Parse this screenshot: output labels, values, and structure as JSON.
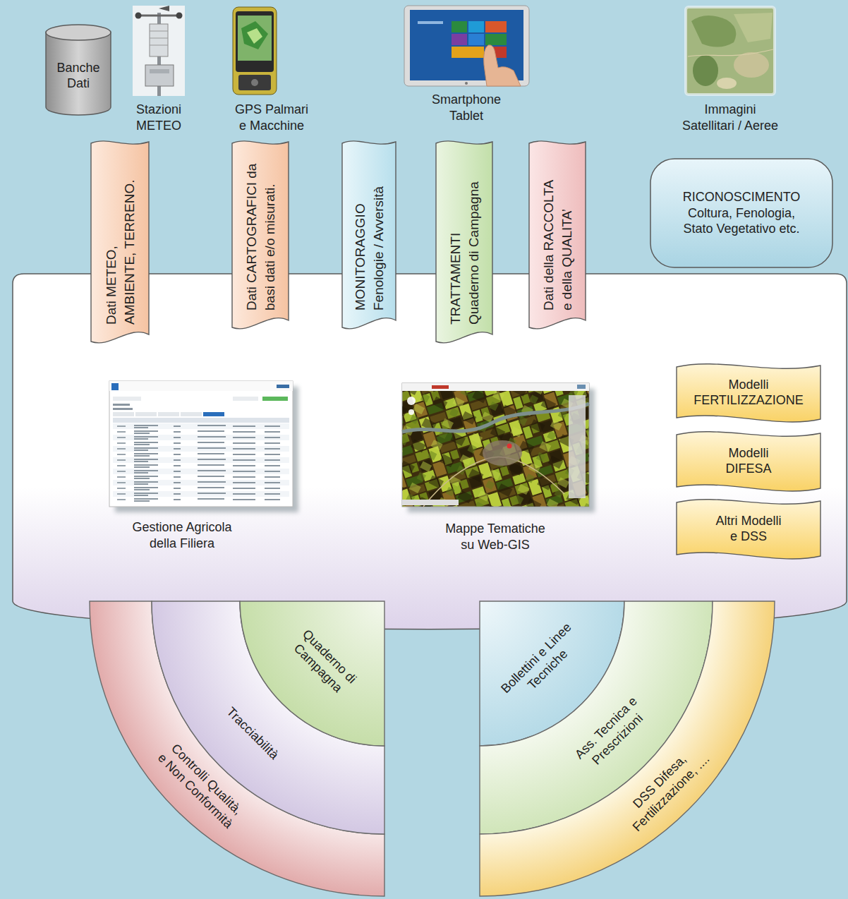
{
  "diagram": {
    "nodes": [
      {
        "text": [
          "Banche Dati"
        ]
      },
      {
        "text": [
          "Dati METEO, AMBIENTE, TERRENO."
        ]
      },
      {
        "text": [
          "Dati CARTOGRAFICI da basi dati e/o misurati."
        ]
      },
      {
        "text": [
          "MONITORAGGIO Fenologie / Avversità"
        ]
      },
      {
        "text": [
          "TRATTAMENTI Quaderno di Campagna"
        ]
      },
      {
        "text": [
          "Dati della RACCOLTA e della QUALITA’"
        ]
      },
      {
        "text": [
          "RICONOSCIMENTO Coltura, Fenologia, Stato Vegetativo etc."
        ]
      },
      {
        "text": [
          "Modelli FERTILIZZAZIONE"
        ]
      },
      {
        "text": [
          "Modelli DIFESA"
        ]
      },
      {
        "text": [
          "Altri Modelli e DSS"
        ]
      },
      {
        "text": [
          "Controlli Qualità, e Non Conformità"
        ]
      },
      {
        "text": [
          "Tracciabilità"
        ]
      },
      {
        "text": [
          "Quaderno di Campagna"
        ]
      },
      {
        "text": [
          "Bollettini e Linee Tecniche"
        ]
      },
      {
        "text": [
          "Ass. Tecnica e Prescrizioni"
        ]
      },
      {
        "text": [
          "DSS Difesa, Fertilizzazione, ...."
        ]
      }
    ],
    "labels": [
      "Stazioni METEO",
      "GPS Palmari e Macchine",
      "Smartphone Tablet",
      "Immagini Satellitari / Aeree",
      "Gestione Agricola della Filiera",
      "Mappe Tematiche su Web-GIS"
    ]
  }
}
